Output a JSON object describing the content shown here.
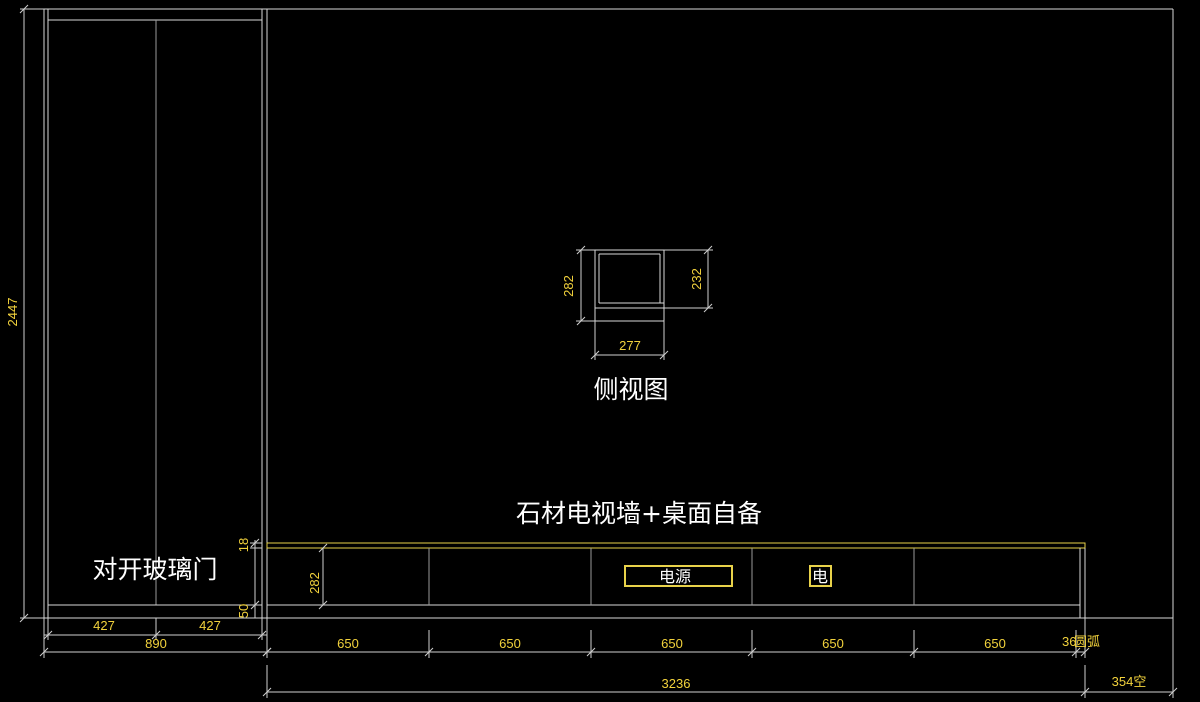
{
  "labels": {
    "side_view": "侧视图",
    "tv_wall": "石材电视墙+桌面自备",
    "glass_door": "对开玻璃门",
    "outlet_power": "电源",
    "outlet_small": "电"
  },
  "dimensions": {
    "total_height": "2447",
    "door_half_left": "427",
    "door_half_right": "427",
    "door_width": "890",
    "base_height": "50",
    "top_thickness": "18",
    "cabinet_height": "282",
    "section_1": "650",
    "section_2": "650",
    "section_3": "650",
    "section_4": "650",
    "section_5": "650",
    "end_panel": "36",
    "end_panel_note": "圆弧",
    "cabinet_total": "3236",
    "gap_note": "354空",
    "side_height_left": "282",
    "side_height_right": "232",
    "side_depth": "277"
  },
  "colors": {
    "background": "#000000",
    "line": "#d8d8d8",
    "dimension_text": "#f2d23c",
    "highlight": "#e8d24a",
    "label": "#ffffff"
  }
}
